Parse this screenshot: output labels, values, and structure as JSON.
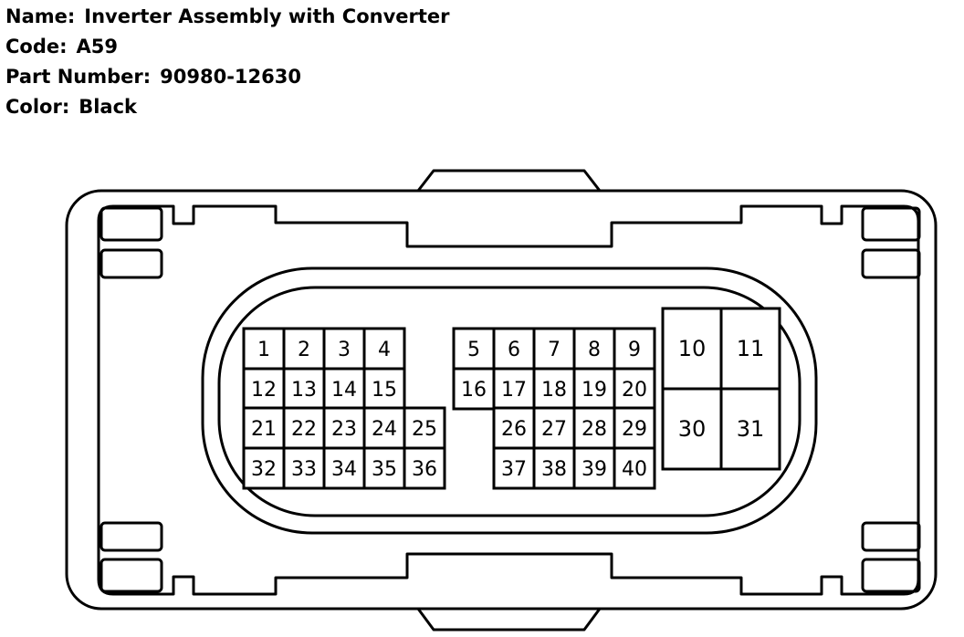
{
  "header": {
    "name_label": "Name:",
    "name_value": "Inverter Assembly with Converter",
    "code_label": "Code:",
    "code_value": "A59",
    "part_label": "Part Number:",
    "part_value": "90980-12630",
    "color_label": "Color:",
    "color_value": "Black"
  },
  "connector": {
    "pins_row1_left": [
      "1",
      "2",
      "3",
      "4"
    ],
    "pins_row2_left": [
      "12",
      "13",
      "14",
      "15"
    ],
    "pins_row3_left": [
      "21",
      "22",
      "23",
      "24",
      "25"
    ],
    "pins_row4_left": [
      "32",
      "33",
      "34",
      "35",
      "36"
    ],
    "pins_row1_mid": [
      "5",
      "6",
      "7",
      "8",
      "9"
    ],
    "pins_row2_mid": [
      "16",
      "17",
      "18",
      "19",
      "20"
    ],
    "pins_row3_mid": [
      "26",
      "27",
      "28",
      "29"
    ],
    "pins_row4_mid": [
      "37",
      "38",
      "39",
      "40"
    ],
    "pins_large": [
      "10",
      "11",
      "30",
      "31"
    ]
  }
}
